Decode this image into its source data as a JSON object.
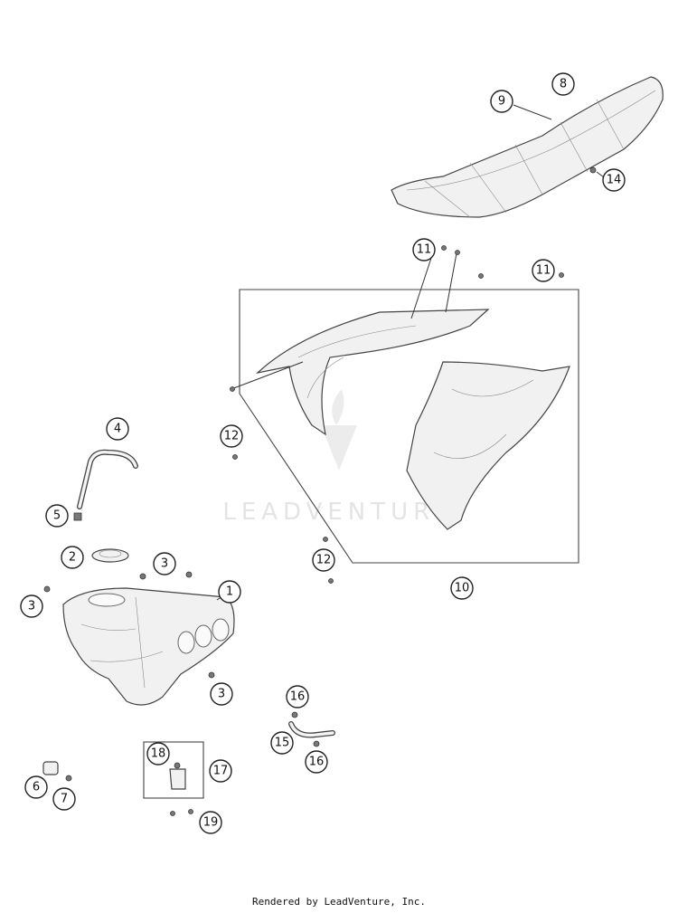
{
  "callouts": [
    {
      "id": "c1",
      "label": "1"
    },
    {
      "id": "c2",
      "label": "2"
    },
    {
      "id": "c3a",
      "label": "3"
    },
    {
      "id": "c3b",
      "label": "3"
    },
    {
      "id": "c3c",
      "label": "3"
    },
    {
      "id": "c4",
      "label": "4"
    },
    {
      "id": "c5",
      "label": "5"
    },
    {
      "id": "c6",
      "label": "6"
    },
    {
      "id": "c7",
      "label": "7"
    },
    {
      "id": "c8",
      "label": "8"
    },
    {
      "id": "c9",
      "label": "9"
    },
    {
      "id": "c10",
      "label": "10"
    },
    {
      "id": "c11a",
      "label": "11"
    },
    {
      "id": "c11b",
      "label": "11"
    },
    {
      "id": "c12a",
      "label": "12"
    },
    {
      "id": "c12b",
      "label": "12"
    },
    {
      "id": "c14",
      "label": "14"
    },
    {
      "id": "c15",
      "label": "15"
    },
    {
      "id": "c16a",
      "label": "16"
    },
    {
      "id": "c16b",
      "label": "16"
    },
    {
      "id": "c17",
      "label": "17"
    },
    {
      "id": "c18",
      "label": "18"
    },
    {
      "id": "c19",
      "label": "19"
    }
  ],
  "watermark": {
    "text": "LEADVENTURE"
  },
  "footer": {
    "text": "Rendered by LeadVenture, Inc."
  }
}
